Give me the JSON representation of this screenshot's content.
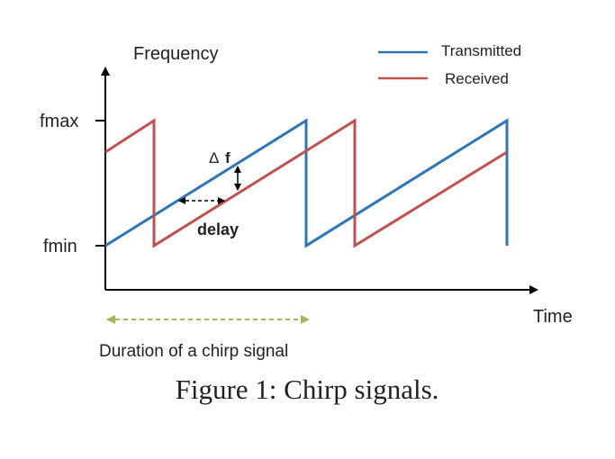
{
  "labels": {
    "y_axis": "Frequency",
    "x_axis": "Time",
    "fmax": "fmax",
    "fmin": "fmin",
    "delta_symbol": "Δ",
    "delta_f": "f",
    "delay": "delay",
    "duration": "Duration of a chirp signal",
    "caption": "Figure 1: Chirp signals."
  },
  "legend": {
    "transmitted": "Transmitted",
    "received": "Received"
  },
  "colors": {
    "transmitted": "#2e75b6",
    "received": "#c0504d",
    "duration_arrow": "#9bbb59",
    "axis": "#000000"
  }
}
